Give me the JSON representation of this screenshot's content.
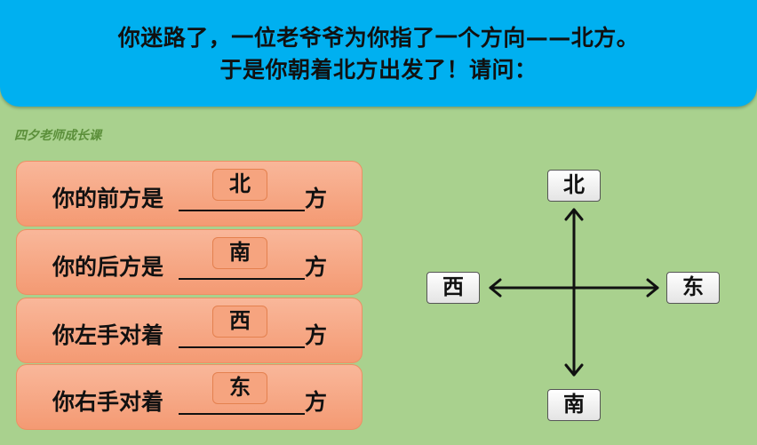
{
  "banner": {
    "line1": "你迷路了，一位老爷爷为你指了一个方向——北方。",
    "line2": "于是你朝着北方出发了！请问："
  },
  "watermark": "四夕老师成长课",
  "questions": [
    {
      "prompt": "你的前方是",
      "answer": "北",
      "suffix": "方"
    },
    {
      "prompt": "你的后方是",
      "answer": "南",
      "suffix": "方"
    },
    {
      "prompt": "你左手对着",
      "answer": "西",
      "suffix": "方"
    },
    {
      "prompt": "你右手对着",
      "answer": "东",
      "suffix": "方"
    }
  ],
  "compass": {
    "north": "北",
    "south": "南",
    "west": "西",
    "east": "东"
  }
}
